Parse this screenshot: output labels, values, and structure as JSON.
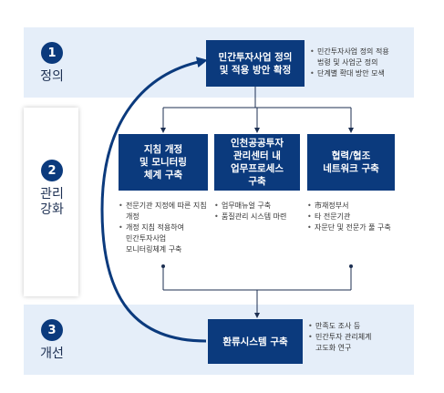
{
  "stages": [
    {
      "number": "1",
      "label": "정의"
    },
    {
      "number": "2",
      "label": "관리\n강화"
    },
    {
      "number": "3",
      "label": "개선"
    }
  ],
  "boxes": {
    "top": "민간투자사업 정의\n및 적용 방안 확정",
    "a": "지침 개정\n및 모니터링\n체계 구축",
    "b": "인천공공투자\n관리센터 내\n업무프로세스\n구축",
    "c": "협력/협조\n네트워크 구축",
    "bottom": "환류시스템 구축"
  },
  "notes": {
    "top": [
      "민간투자사업 정의 적용\n법령 및 사업군 정의",
      "단계별 확대 방안 모색"
    ],
    "a": [
      "전문기관 지정에 따른 지침\n개정",
      "개정 지침 적용하여\n민간투자사업\n모니터링체계 구축"
    ],
    "b": [
      "업무매뉴얼 구축",
      "품질관리 시스템 마련"
    ],
    "c": [
      "市재정부서",
      "타 전문기관",
      "자문단 및 전문가 풀 구축"
    ],
    "bottom": [
      "만족도 조사 등",
      "민간투자 관리체계\n고도화 연구"
    ]
  },
  "colors": {
    "navy": "#0b3a7d",
    "band": "#e5eef9"
  }
}
